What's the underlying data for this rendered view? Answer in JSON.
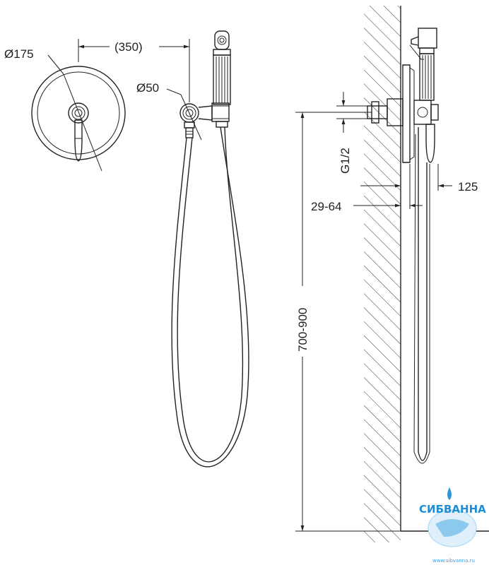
{
  "dimensions": {
    "diam_plate": "Ø175",
    "distance": "(350)",
    "diam_holder": "Ø50",
    "thread": "G1/2",
    "depth": "125",
    "wall_range": "29-64",
    "height_range": "700-900"
  },
  "logo": {
    "name": "СИБВАННА",
    "url": "www.sibvanna.ru",
    "color": "#1e8fd6"
  }
}
